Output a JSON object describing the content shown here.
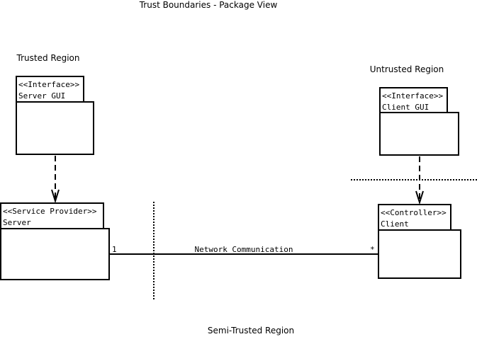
{
  "title": "Trust Boundaries - Package View",
  "regions": {
    "trusted": "Trusted Region",
    "untrusted": "Untrusted Region",
    "semi_trusted": "Semi-Trusted Region"
  },
  "packages": {
    "server_gui": {
      "stereotype": "<<Interface>>",
      "name": "Server GUI"
    },
    "server": {
      "stereotype": "<<Service Provider>>",
      "name": "Server"
    },
    "client_gui": {
      "stereotype": "<<Interface>>",
      "name": "Client GUI"
    },
    "client": {
      "stereotype": "<<Controller>>",
      "name": "Client"
    }
  },
  "association": {
    "label": "Network Communication",
    "multiplicity_server": "1",
    "multiplicity_client": "*"
  }
}
